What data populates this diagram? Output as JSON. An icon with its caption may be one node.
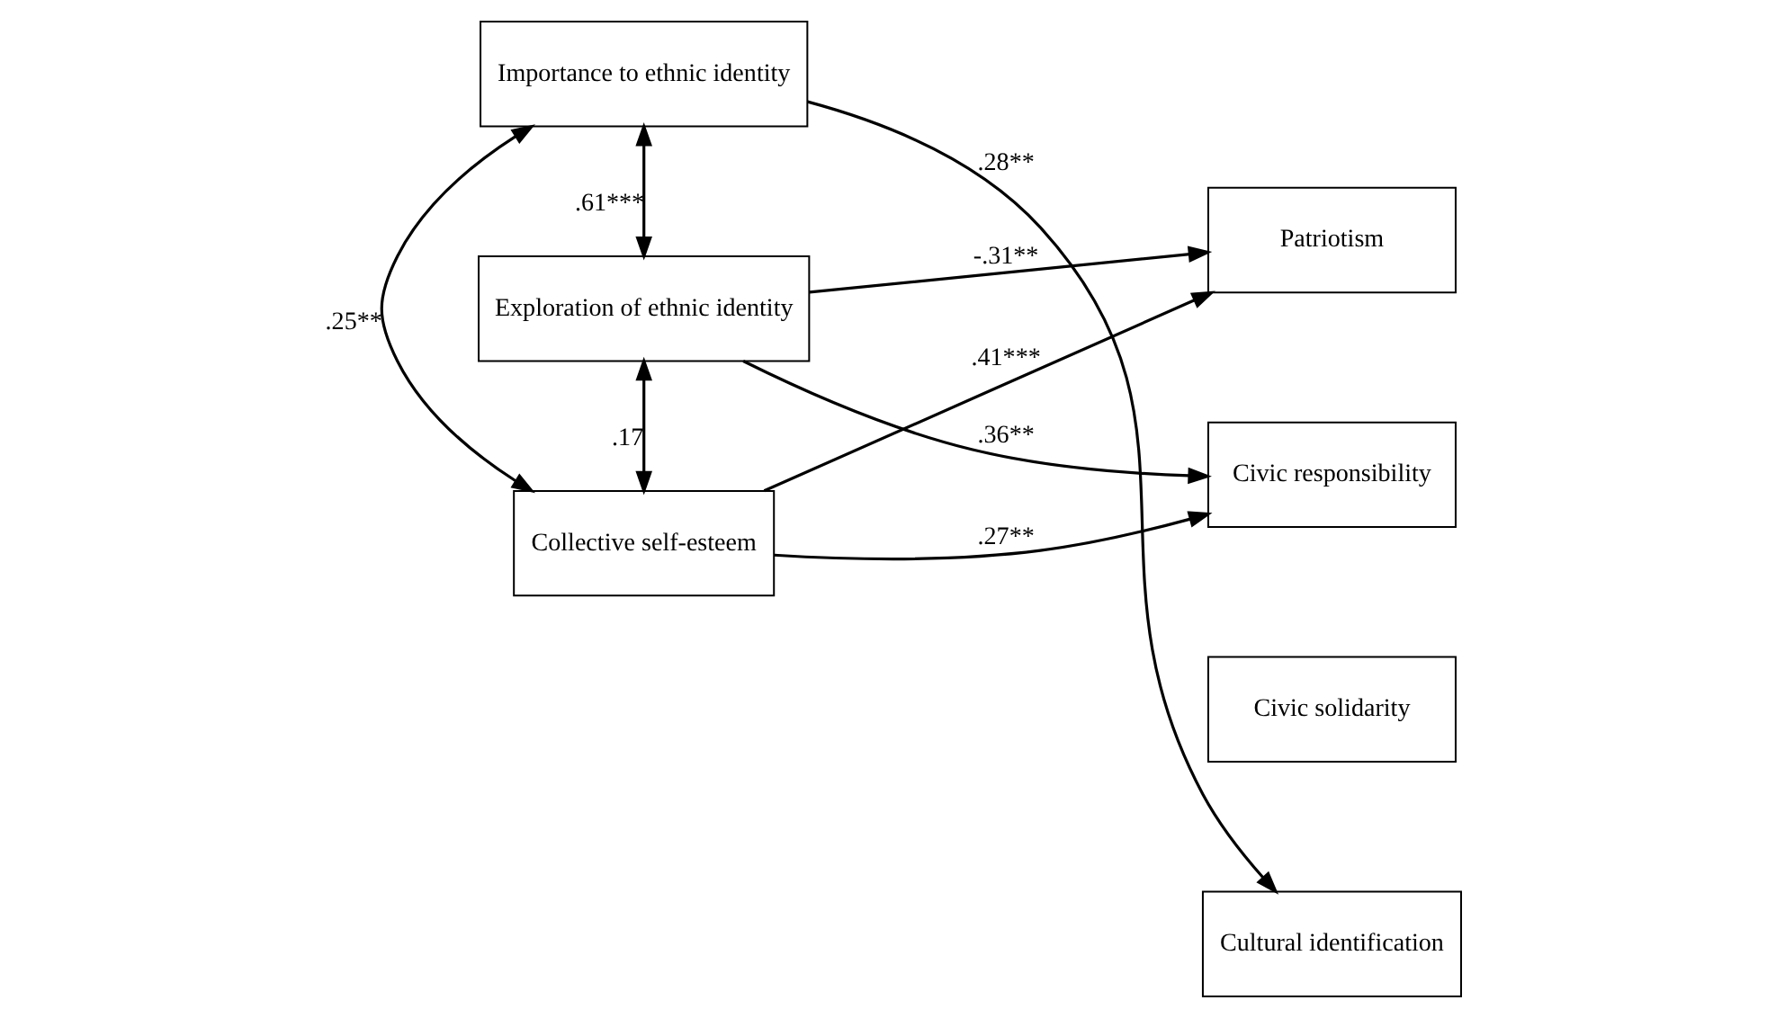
{
  "diagram": {
    "nodes": [
      {
        "text": [
          "Importance to ethnic identity"
        ]
      },
      {
        "text": [
          "Exploration of ethnic identity"
        ]
      },
      {
        "text": [
          "Collective self-esteem"
        ]
      },
      {
        "text": [
          "Patriotism"
        ]
      },
      {
        "text": [
          "Civic responsibility"
        ]
      },
      {
        "text": [
          "Civic solidarity"
        ]
      },
      {
        "text": [
          "Cultural identification"
        ]
      }
    ],
    "edges": [
      {
        "from": 0,
        "to": 1,
        "arrow": "both",
        "label": ".61***"
      },
      {
        "from": 1,
        "to": 2,
        "arrow": "both",
        "label": ".17"
      },
      {
        "from": 0,
        "to": 2,
        "arrow": "both",
        "label": ".25**"
      },
      {
        "from": 0,
        "to": 6,
        "arrow": "to",
        "label": ".28**"
      },
      {
        "from": 1,
        "to": 3,
        "arrow": "to",
        "label": "-.31**"
      },
      {
        "from": 1,
        "to": 4,
        "arrow": "to",
        "label": ".36**"
      },
      {
        "from": 2,
        "to": 3,
        "arrow": "to",
        "label": ".41***"
      },
      {
        "from": 2,
        "to": 4,
        "arrow": "to",
        "label": ".27**"
      }
    ]
  }
}
